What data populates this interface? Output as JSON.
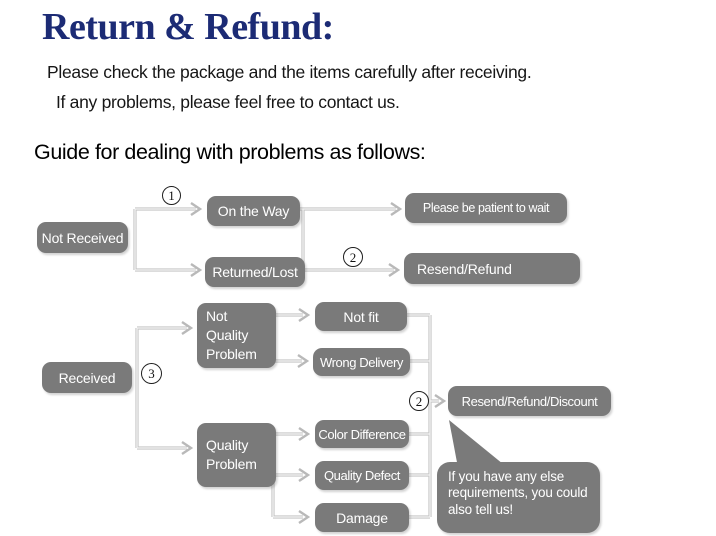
{
  "header": {
    "title": "Return & Refund:",
    "intro_line1": "Please check the package and the items carefully after receiving.",
    "intro_line2": "If any problems, please feel free to contact us.",
    "guide_heading": "Guide for dealing with problems as follows:"
  },
  "colors": {
    "title_navy": "#1c2b75",
    "node_gray": "#7a7a7a",
    "node_text": "#ffffff",
    "connector_gray": "#c9c9c9",
    "badge_ink": "#1f1f1f",
    "background": "#ffffff"
  },
  "flowchart": {
    "nodes": {
      "not_received": "Not Received",
      "on_the_way": "On the Way",
      "returned_lost": "Returned/Lost",
      "please_wait": "Please be patient to wait",
      "resend_refund": "Resend/Refund",
      "received": "Received",
      "not_quality_problem": "Not\nQuality\nProblem",
      "not_fit": "Not fit",
      "wrong_delivery": "Wrong Delivery",
      "quality_problem": "Quality\nProblem",
      "color_difference": "Color Difference",
      "quality_defect": "Quality Defect",
      "damage": "Damage",
      "resend_refund_discount": "Resend/Refund/Discount"
    },
    "badges": {
      "step1": "1",
      "step2": "2",
      "step3": "3"
    },
    "note_bubble": "If you have any else\nrequirements, you could\nalso tell us!"
  }
}
